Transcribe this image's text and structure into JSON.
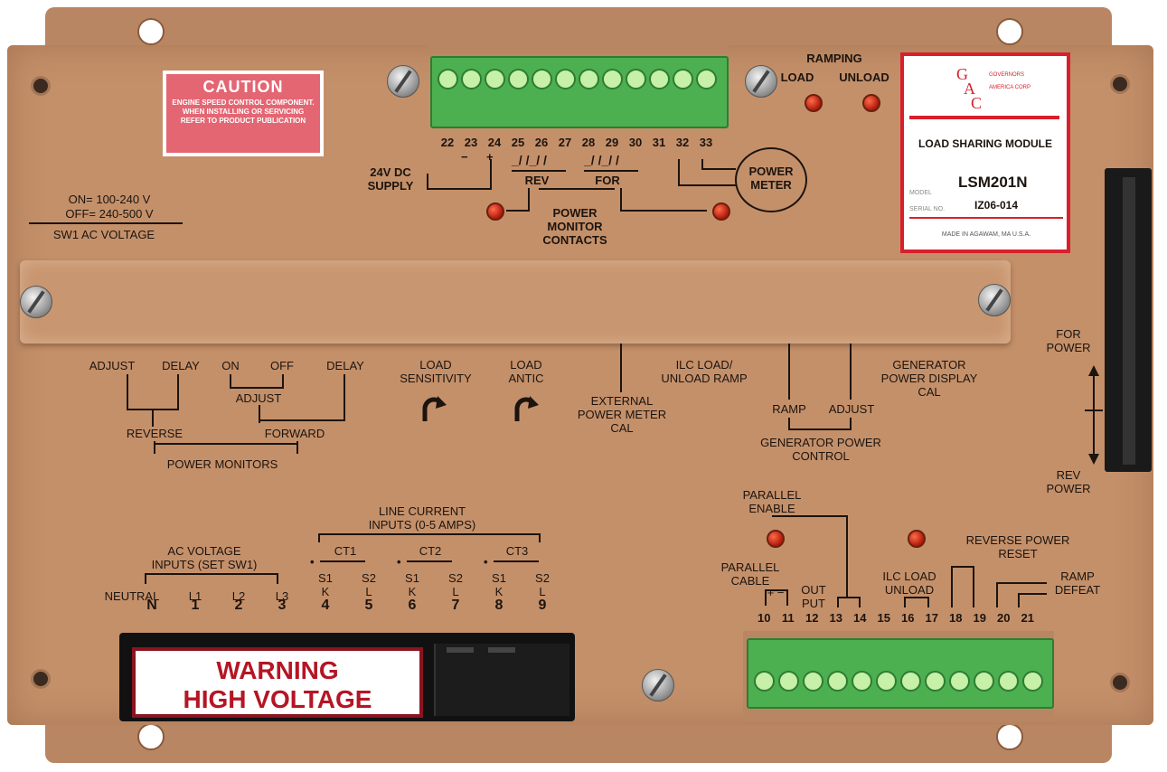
{
  "caution_label": {
    "title": "CAUTION",
    "body": "ENGINE SPEED CONTROL COMPONENT. WHEN INSTALLING OR SERVICING REFER TO PRODUCT PUBLICATION"
  },
  "brand": {
    "logo_letters": [
      "G",
      "A",
      "C"
    ],
    "logo_text": "GOVERNORS AMERICA CORP",
    "product": "LOAD SHARING MODULE",
    "model_label": "MODEL",
    "model": "LSM201N",
    "serial_label": "SERIAL NO.",
    "serial": "IZ06-014",
    "made_in": "MADE IN AGAWAM, MA U.S.A."
  },
  "top_terminals": {
    "numbers": [
      "22",
      "23",
      "24",
      "25",
      "26",
      "27",
      "28",
      "29",
      "30",
      "31",
      "32",
      "33"
    ],
    "supply_label": "24V DC\nSUPPLY",
    "rev_label": "REV",
    "for_label": "FOR",
    "contacts_label": "POWER\nMONITOR\nCONTACTS",
    "meter_label": "POWER\nMETER",
    "minus": "−",
    "plus": "+"
  },
  "ramping": {
    "title": "RAMPING",
    "load": "LOAD",
    "unload": "UNLOAD"
  },
  "sw1": {
    "on": "ON= 100-240 V",
    "off": "OFF= 240-500 V",
    "label": "SW1 AC VOLTAGE"
  },
  "adjustments": {
    "adjust": "ADJUST",
    "delay": "DELAY",
    "on": "ON",
    "off": "OFF",
    "delay2": "DELAY",
    "adjust2": "ADJUST",
    "reverse": "REVERSE",
    "forward": "FORWARD",
    "power_monitors": "POWER MONITORS",
    "load_sensitivity": "LOAD\nSENSITIVITY",
    "load_antic": "LOAD\nANTIC",
    "external_meter": "EXTERNAL\nPOWER METER\nCAL",
    "ilc_ramp": "ILC LOAD/\nUNLOAD RAMP",
    "ramp": "RAMP",
    "adjust3": "ADJUST",
    "gen_power_control": "GENERATOR POWER\nCONTROL",
    "gen_power_display": "GENERATOR\nPOWER DISPLAY\nCAL",
    "for_power": "FOR\nPOWER",
    "rev_power": "REV\nPOWER"
  },
  "bottom_left": {
    "line_current": "LINE CURRENT\nINPUTS (0-5 AMPS)",
    "ac_voltage": "AC VOLTAGE\nINPUTS (SET SW1)",
    "ct1": "CT1",
    "ct2": "CT2",
    "ct3": "CT3",
    "neutral": "NEUTRAL",
    "cols": [
      {
        "top": "N",
        "num": "N"
      },
      {
        "top": "L1",
        "num": "1"
      },
      {
        "top": "L2",
        "num": "2"
      },
      {
        "top": "L3",
        "num": "3"
      },
      {
        "top": "S1\nK",
        "num": "4"
      },
      {
        "top": "S2\nL",
        "num": "5"
      },
      {
        "top": "S1\nK",
        "num": "6"
      },
      {
        "top": "S2\nL",
        "num": "7"
      },
      {
        "top": "S1\nK",
        "num": "8"
      },
      {
        "top": "S2\nL",
        "num": "9"
      }
    ],
    "dot": "•"
  },
  "warning": {
    "line1": "WARNING",
    "line2": "HIGH VOLTAGE"
  },
  "bottom_right": {
    "parallel_enable": "PARALLEL\nENABLE",
    "parallel_cable": "PARALLEL\nCABLE",
    "output": "OUT\nPUT",
    "ilc_load_unload": "ILC LOAD\nUNLOAD",
    "reverse_power_reset": "REVERSE POWER\nRESET",
    "ramp_defeat": "RAMP\nDEFEAT",
    "plus_minus": "+  −",
    "numbers": [
      "10",
      "11",
      "12",
      "13",
      "14",
      "15",
      "16",
      "17",
      "18",
      "19",
      "20",
      "21"
    ]
  },
  "colors": {
    "plate": "#c4906a",
    "terminal_green": "#4caf50",
    "led_red": "#d0200c",
    "label_red": "#d8202c"
  }
}
